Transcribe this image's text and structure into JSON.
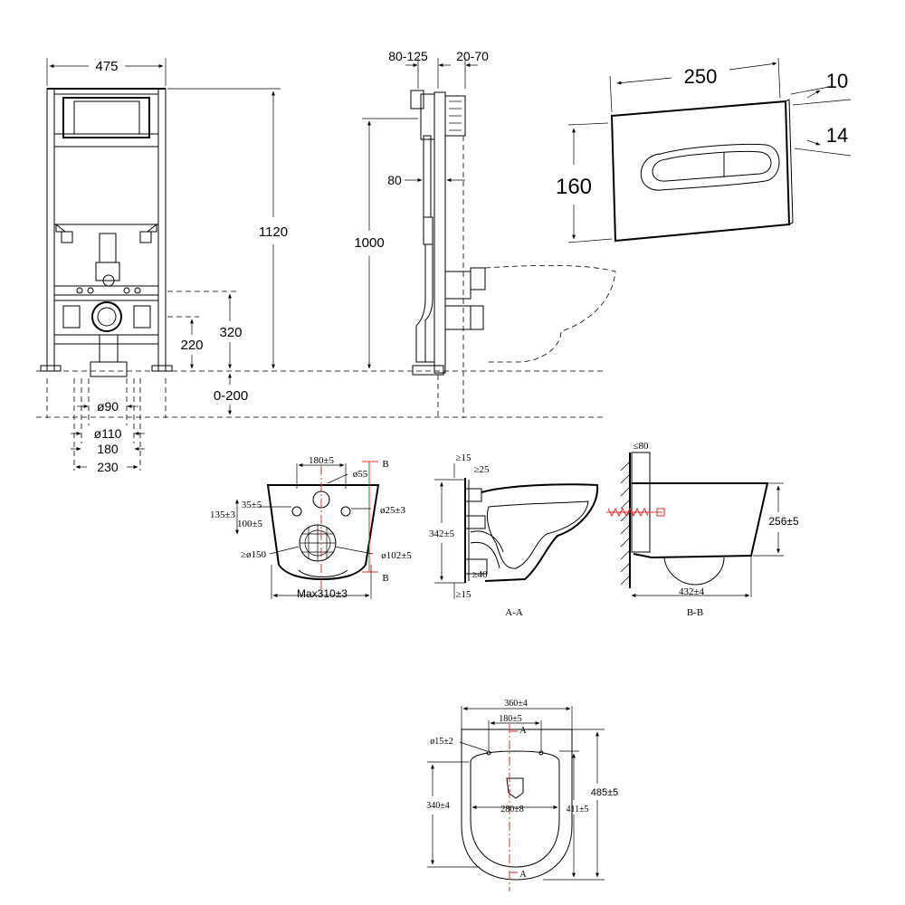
{
  "frame": {
    "width": "475",
    "height": "1120",
    "inlet_height": "320",
    "outlet_height": "220",
    "adjust": "0-200",
    "d90": "ø90",
    "d110": "ø110",
    "w180": "180",
    "w230": "230"
  },
  "side": {
    "depth_a": "80-125",
    "depth_b": "20-70",
    "depth_c": "80",
    "height": "1000"
  },
  "flush_plate": {
    "width": "250",
    "height": "160",
    "thick_a": "10",
    "thick_b": "14"
  },
  "bowl_front": {
    "top_span": "180±5",
    "d55": "ø55",
    "d25": "ø25±3",
    "h35": "35±5",
    "h135": "135±3",
    "h100": "100±5",
    "d150": "≥ø150",
    "d102": "ø102±5",
    "max_w": "Max310±3",
    "section_b": "B"
  },
  "section_aa": {
    "label": "A-A",
    "t15_top": "≥15",
    "t25": "≥25",
    "h342": "342±5",
    "t40": "≥40",
    "t15_bot": "≥15"
  },
  "section_bb": {
    "label": "B-B",
    "t80": "≤80",
    "h256": "256±5",
    "w432": "432±4"
  },
  "bowl_top": {
    "w360": "360±4",
    "w180": "180±5",
    "d15": "ø15±2",
    "h340": "340±4",
    "w280": "280±8",
    "h411": "411±5",
    "h485": "485±5",
    "section_a": "A"
  }
}
